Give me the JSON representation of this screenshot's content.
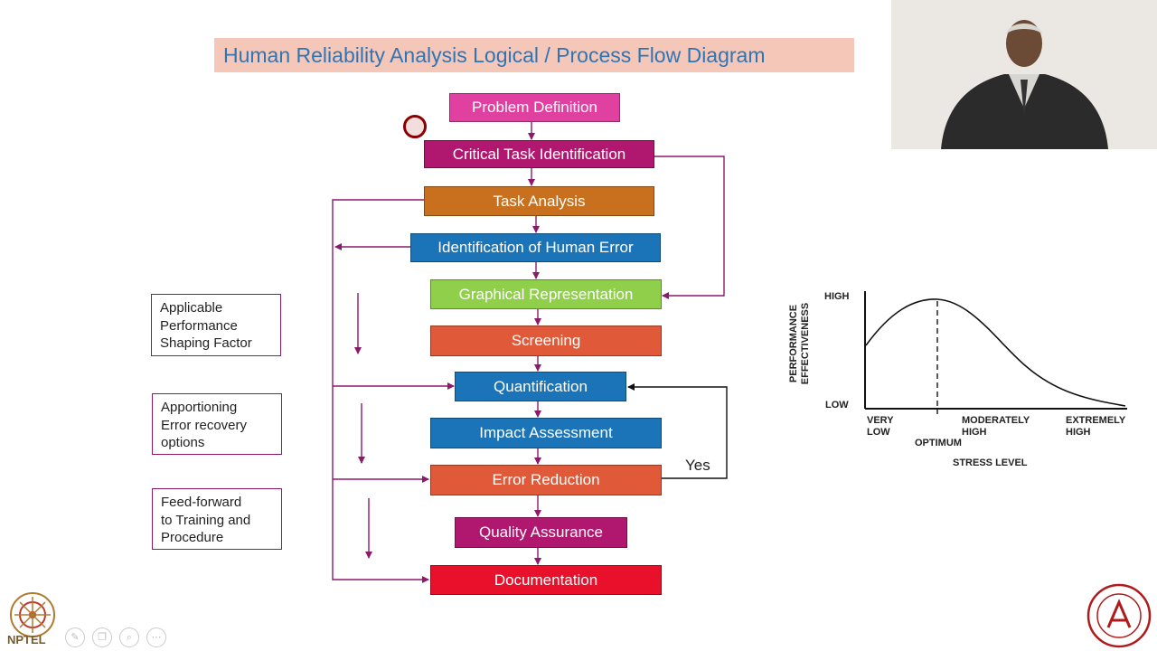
{
  "title": "Human Reliability Analysis Logical / Process Flow Diagram",
  "steps": [
    {
      "label": "Problem Definition",
      "color": "#e040a0"
    },
    {
      "label": "Critical Task Identification",
      "color": "#b0176f"
    },
    {
      "label": "Task Analysis",
      "color": "#c9701e"
    },
    {
      "label": "Identification of Human Error",
      "color": "#1b74b8"
    },
    {
      "label": "Graphical Representation",
      "color": "#8fcf4a"
    },
    {
      "label": "Screening",
      "color": "#e05a3a"
    },
    {
      "label": "Quantification",
      "color": "#1b74b8"
    },
    {
      "label": "Impact Assessment",
      "color": "#1b74b8"
    },
    {
      "label": "Error Reduction",
      "color": "#e05a3a"
    },
    {
      "label": "Quality Assurance",
      "color": "#b0176f"
    },
    {
      "label": "Documentation",
      "color": "#e8102a"
    }
  ],
  "notes": [
    {
      "lines": [
        "Applicable",
        "Performance",
        "Shaping Factor"
      ]
    },
    {
      "lines": [
        "Apportioning",
        "Error recovery",
        "options"
      ]
    },
    {
      "lines": [
        "Feed-forward",
        "to Training and",
        "Procedure"
      ]
    }
  ],
  "yes_label": "Yes",
  "stress_graph": {
    "y_high": "HIGH",
    "y_low": "LOW",
    "y_axis_label": [
      "PERFORMANCE",
      "EFFECTIVENESS"
    ],
    "x_very_low": [
      "VERY",
      "LOW"
    ],
    "x_optimum": "OPTIMUM",
    "x_moderately_high": [
      "MODERATELY",
      "HIGH"
    ],
    "x_extremely_high": [
      "EXTREMELY",
      "HIGH"
    ],
    "x_axis_label": "STRESS LEVEL"
  },
  "branding": {
    "nptel": "NPTEL"
  },
  "toolbar_icons": [
    "pen-icon",
    "copy-icon",
    "zoom-icon",
    "more-icon"
  ]
}
